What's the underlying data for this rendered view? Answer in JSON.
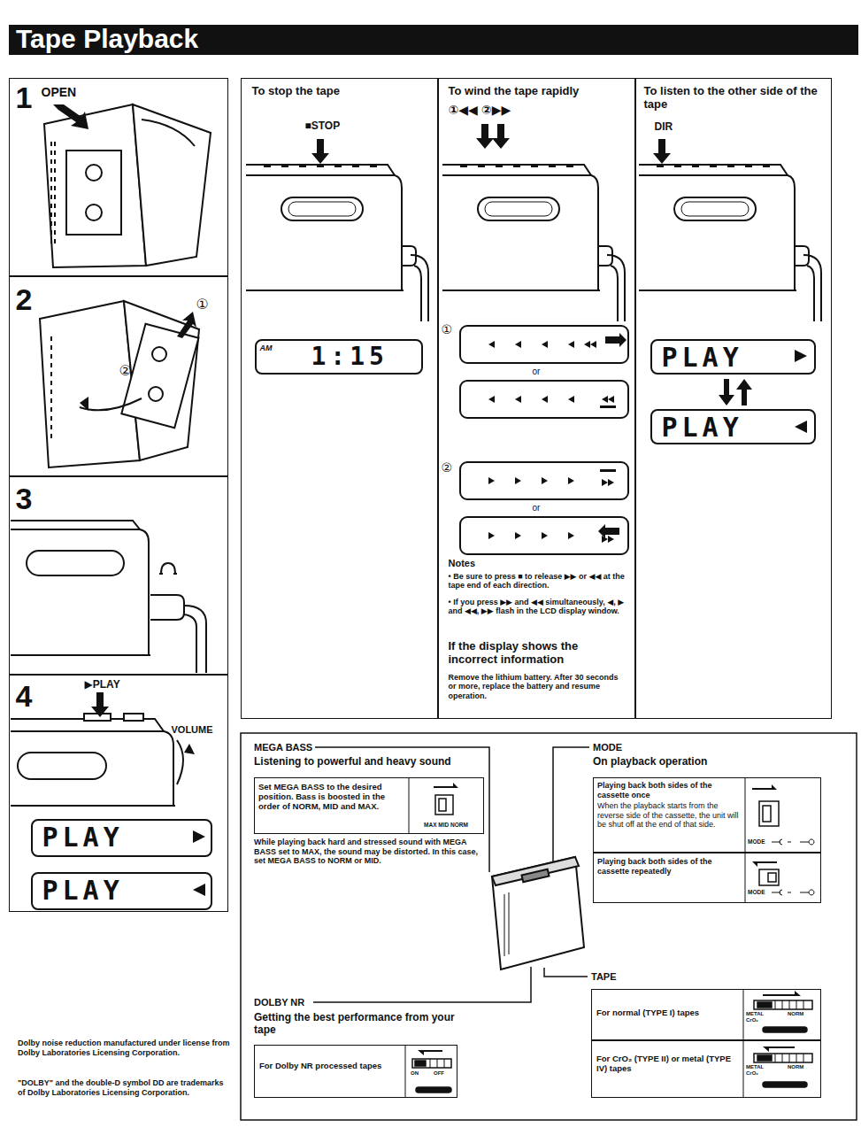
{
  "diagram": {
    "title": "Tape Playback",
    "nodes": [
      {
        "text": [
          "1",
          "OPEN"
        ]
      },
      {
        "text": [
          "2",
          "①",
          "②"
        ]
      },
      {
        "text": [
          "3"
        ]
      },
      {
        "text": [
          "4",
          "▶PLAY",
          "VOLUME"
        ]
      },
      {
        "text": [
          "PLAY"
        ],
        "in": 3
      },
      {
        "text": [
          "PLAY"
        ],
        "in": 3
      },
      {
        "text": [
          "To stop the tape",
          "■STOP"
        ]
      },
      {
        "text": [
          "AM",
          "1:15"
        ],
        "in": 6
      },
      {
        "text": [
          "To wind the tape rapidly",
          "①◀◀ ②▶▶",
          "①",
          "or",
          "②",
          "or",
          "Notes",
          "• Be sure to press ■ to release ▶▶ or ◀◀ at the tape end of each direction.",
          "• If you press ▶▶ and ◀◀ simultaneously, ◀, ▶ and ◀◀, ▶▶ flash in the LCD display window.",
          "If the display shows the incorrect information",
          "Remove the lithium battery. After 30 seconds or more, replace the battery and resume operation."
        ]
      },
      {
        "text": [
          "To listen to the other side of the tape",
          "DIR"
        ]
      },
      {
        "text": [
          "PLAY"
        ],
        "in": 9
      },
      {
        "text": [
          "PLAY"
        ],
        "in": 9
      },
      {
        "text": [
          "Set MEGA BASS to the desired position. Bass is boosted in the order of NORM, MID and MAX.",
          "MAX MID NORM"
        ]
      },
      {
        "text": [
          "Playing back both sides of the cassette once",
          "When the playback starts from the reverse side of the cassette, the unit will be shut off at the end of that side.",
          "MODE"
        ]
      },
      {
        "text": [
          "Playing back both sides of the cassette repeatedly",
          "MODE"
        ]
      },
      {
        "text": [
          "For normal (TYPE I) tapes",
          "METAL",
          "NORM",
          "CrO₂"
        ]
      },
      {
        "text": [
          "For CrO₂ (TYPE II) or metal (TYPE IV) tapes",
          "METAL",
          "NORM",
          "CrO₂"
        ]
      },
      {
        "text": [
          "For Dolby NR processed tapes",
          "ON",
          "OFF"
        ]
      }
    ],
    "labels": [
      "MEGA BASS",
      "Listening to powerful and heavy sound",
      "While playing back hard and stressed sound with MEGA BASS set to MAX, the sound may be distorted. In this case, set MEGA BASS to NORM or MID.",
      "MODE",
      "On playback operation",
      "TAPE",
      "DOLBY NR",
      "Getting the best performance from your tape",
      "Dolby noise reduction manufactured under license from Dolby Laboratories Licensing Corporation.",
      "\"DOLBY\" and the double-D symbol DD are trademarks of Dolby Laboratories Licensing Corporation."
    ]
  }
}
